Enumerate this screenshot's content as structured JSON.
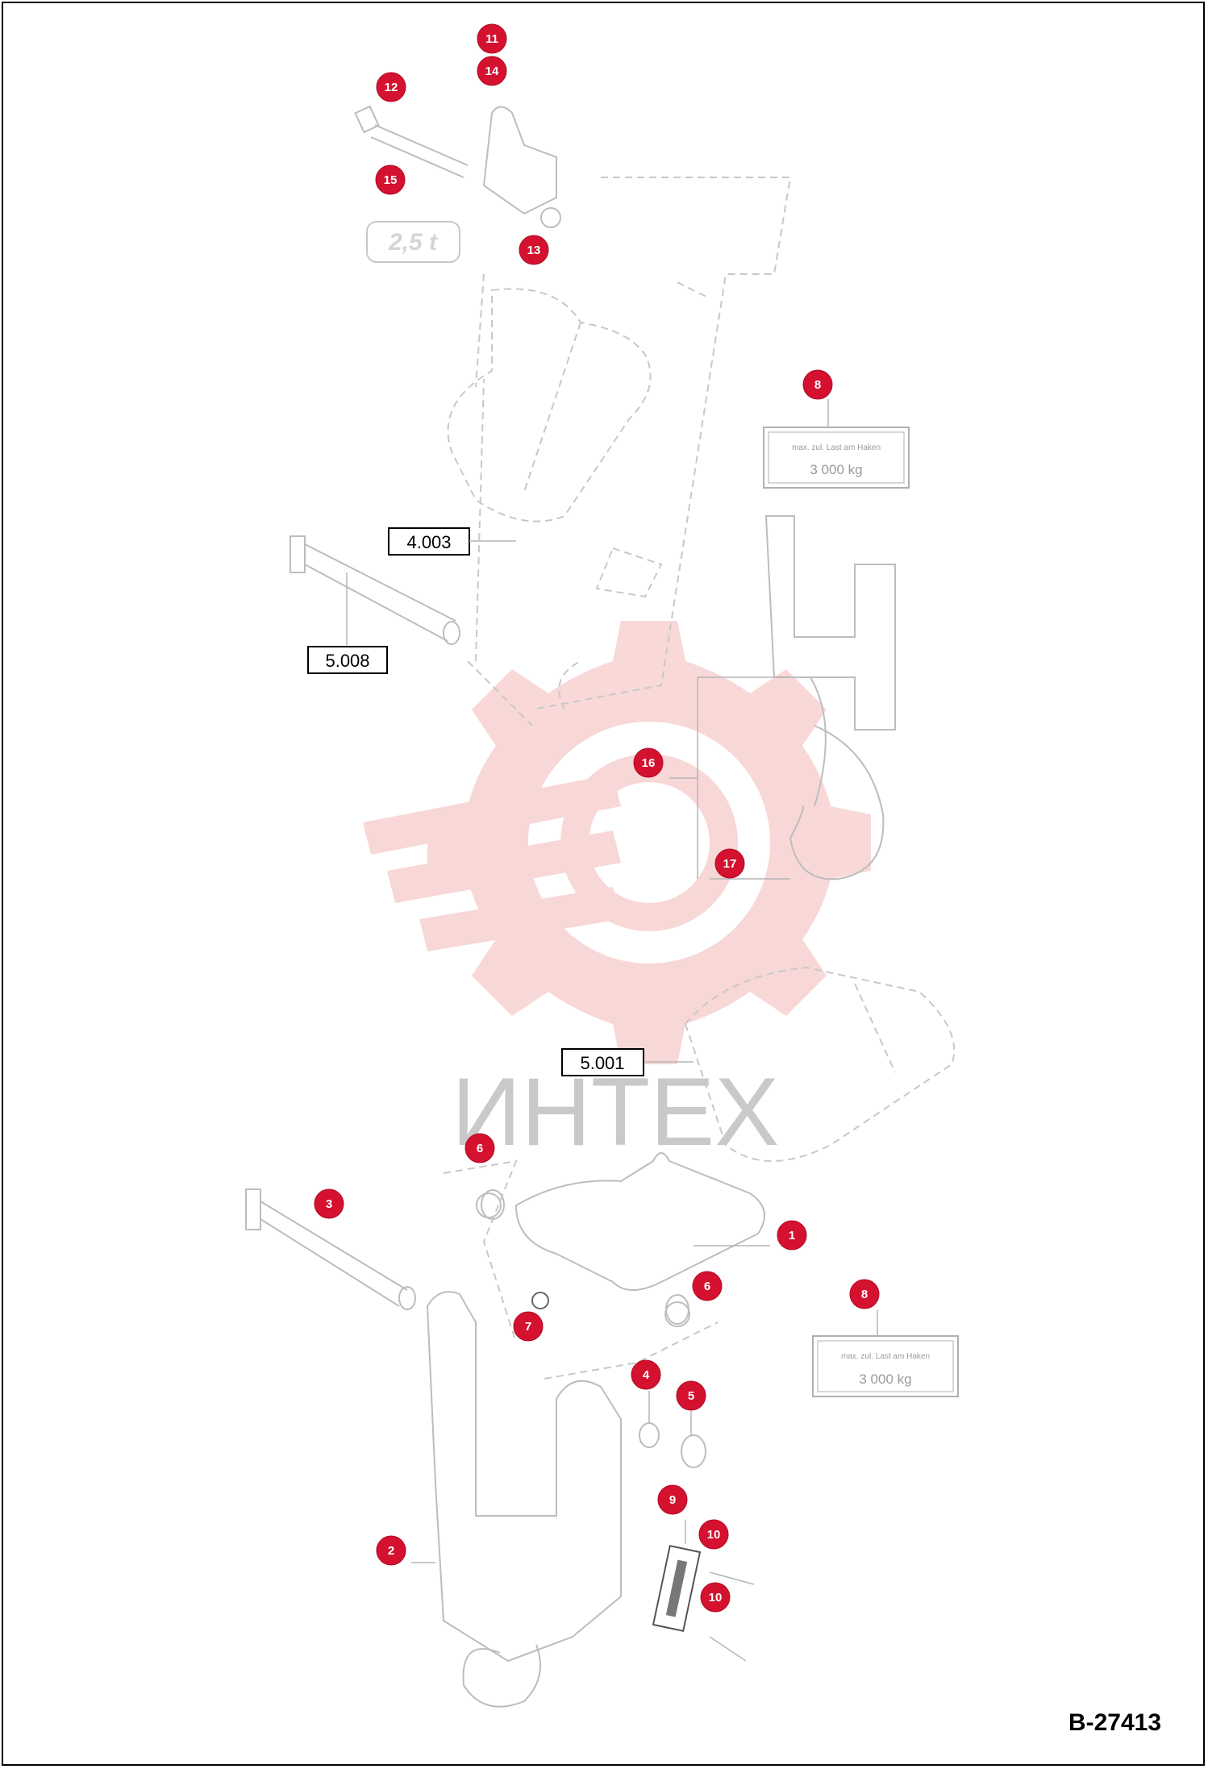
{
  "drawing_id": "B-27413",
  "watermark": "ИНТЕХ",
  "capacity_badge": "2,5 t",
  "load_plates": [
    {
      "line1": "max. zul. Last am Haken",
      "line2": "3 000 kg"
    },
    {
      "line1": "max. zul. Last am Haken",
      "line2": "3 000 kg"
    }
  ],
  "references": [
    "4.003",
    "5.008",
    "5.001"
  ],
  "callouts": [
    "11",
    "14",
    "12",
    "15",
    "13",
    "8",
    "16",
    "17",
    "6",
    "3",
    "1",
    "6",
    "7",
    "8",
    "4",
    "5",
    "9",
    "10",
    "10",
    "2"
  ],
  "colors": {
    "callout": "#d4112f",
    "watermark": "#f4b8b8",
    "line": "#bdbdbd"
  }
}
